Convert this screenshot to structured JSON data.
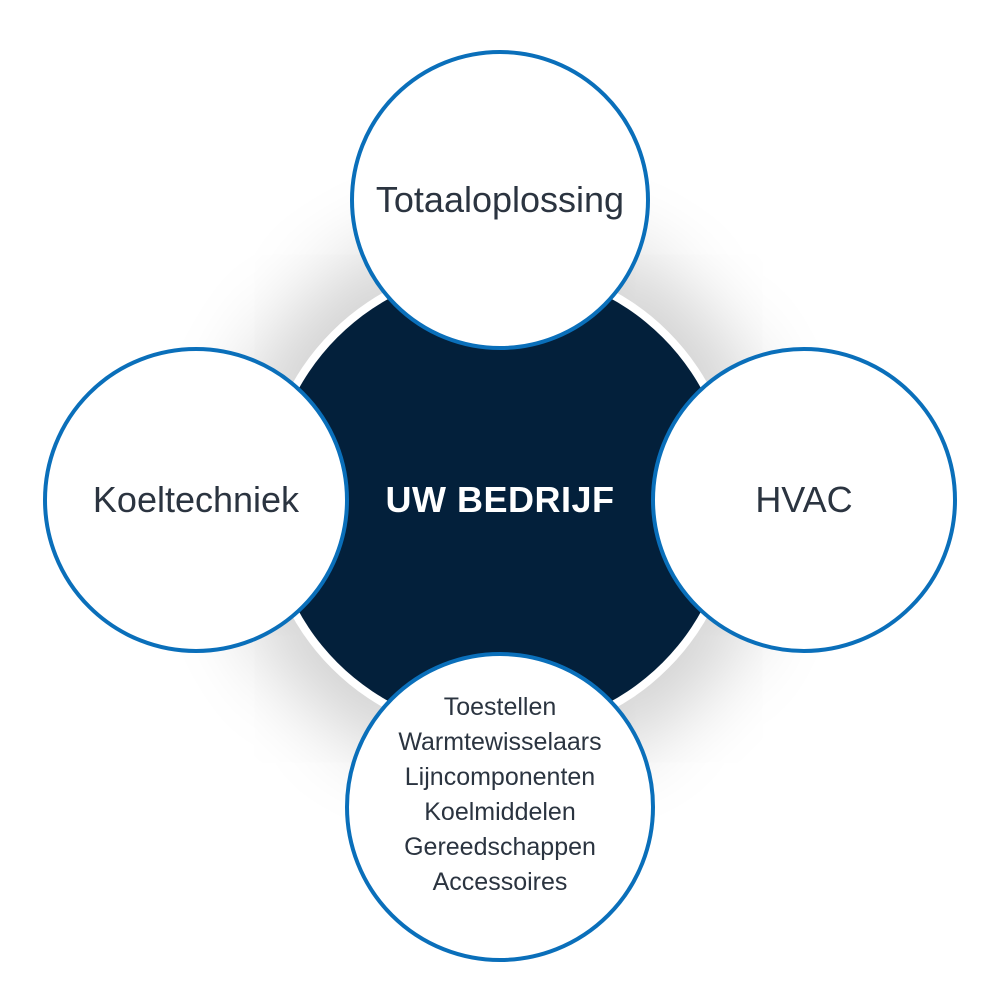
{
  "center": {
    "label": "UW BEDRIJF"
  },
  "nodes": {
    "top": "Totaaloplossing",
    "left": "Koeltechniek",
    "right": "HVAC",
    "bottom": [
      "Toestellen",
      "Warmtewisselaars",
      "Lijncomponenten",
      "Koelmiddelen",
      "Gereedschappen",
      "Accessoires"
    ]
  },
  "colors": {
    "center_fill": "#03203b",
    "ring": "#0a6fba",
    "text": "#2b3440"
  }
}
